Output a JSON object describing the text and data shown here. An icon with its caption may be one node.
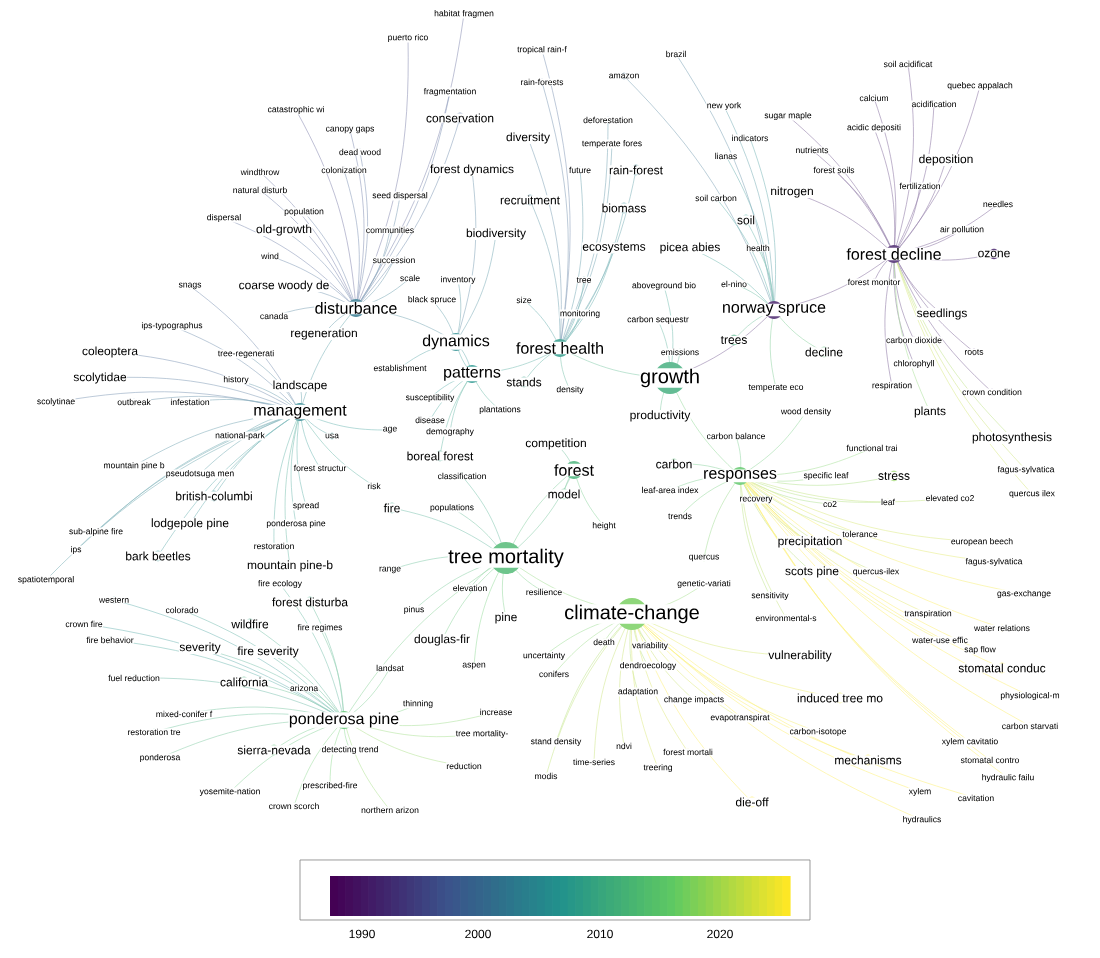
{
  "diagram": {
    "labels": [
      "habitat fragmen",
      "puerto rico",
      "tropical rain-f",
      "brazil",
      "soil acidificat",
      "amazon",
      "rain-forests",
      "quebec appalach",
      "fragmentation",
      "calcium",
      "acidification",
      "new york",
      "catastrophic wi",
      "sugar maple",
      "conservation",
      "deforestation",
      "acidic depositi",
      "canopy gaps",
      "indicators",
      "diversity",
      "temperate fores",
      "dead wood",
      "nutrients",
      "lianas",
      "deposition",
      "windthrow",
      "colonization",
      "forest dynamics",
      "future",
      "rain-forest",
      "forest soils",
      "fertilization",
      "natural disturb",
      "nitrogen",
      "seed dispersal",
      "soil carbon",
      "recruitment",
      "needles",
      "biomass",
      "population",
      "dispersal",
      "soil",
      "old-growth",
      "communities",
      "air pollution",
      "biodiversity",
      "ecosystems",
      "picea abies",
      "health",
      "forest decline",
      "ozone",
      "wind",
      "succession",
      "scale",
      "inventory",
      "tree",
      "el-nino",
      "aboveground bio",
      "forest monitor",
      "snags",
      "coarse woody de",
      "black spruce",
      "size",
      "disturbance",
      "norway spruce",
      "monitoring",
      "carbon sequestr",
      "canada",
      "seedlings",
      "ips-typographus",
      "regeneration",
      "carbon dioxide",
      "dynamics",
      "trees",
      "decline",
      "emissions",
      "forest health",
      "roots",
      "coleoptera",
      "tree-regenerati",
      "chlorophyll",
      "establishment",
      "patterns",
      "growth",
      "scolytidae",
      "history",
      "landscape",
      "stands",
      "respiration",
      "temperate eco",
      "density",
      "crown condition",
      "susceptibility",
      "scolytinae",
      "outbreak",
      "infestation",
      "management",
      "plantations",
      "wood density",
      "plants",
      "productivity",
      "disease",
      "age",
      "demography",
      "national-park",
      "usa",
      "carbon balance",
      "photosynthesis",
      "competition",
      "functional trai",
      "boreal forest",
      "carbon",
      "mountain pine b",
      "forest",
      "fagus-sylvatica",
      "pseudotsuga men",
      "forest structur",
      "classification",
      "responses",
      "specific leaf",
      "stress",
      "risk",
      "model",
      "leaf-area index",
      "elevated co2",
      "quercus ilex",
      "british-columbi",
      "recovery",
      "co2",
      "leaf",
      "spread",
      "fire",
      "populations",
      "trends",
      "lodgepole pine",
      "ponderosa pine",
      "height",
      "sub-alpine fire",
      "tolerance",
      "precipitation",
      "european beech",
      "restoration",
      "ips",
      "bark beetles",
      "tree mortality",
      "quercus",
      "mountain pine-b",
      "fagus-sylvatica",
      "range",
      "scots pine",
      "quercus-ilex",
      "spatiotemporal",
      "fire ecology",
      "genetic-variati",
      "elevation",
      "resilience",
      "sensitivity",
      "gas-exchange",
      "forest disturba",
      "western",
      "colorado",
      "pinus",
      "climate-change",
      "pine",
      "environmental-s",
      "transpiration",
      "crown fire",
      "wildfire",
      "fire regimes",
      "water relations",
      "fire behavior",
      "douglas-fir",
      "death",
      "variability",
      "water-use effic",
      "sap flow",
      "severity",
      "fire severity",
      "uncertainty",
      "vulnerability",
      "aspen",
      "dendroecology",
      "landsat",
      "stomatal conduc",
      "conifers",
      "fuel reduction",
      "california",
      "arizona",
      "adaptation",
      "induced tree mo",
      "physiological-m",
      "change impacts",
      "thinning",
      "increase",
      "mixed-conifer f",
      "evapotranspirat",
      "ponderosa pine",
      "carbon-isotope",
      "carbon starvati",
      "restoration tre",
      "tree mortality-",
      "stand density",
      "xylem cavitatio",
      "ndvi",
      "sierra-nevada",
      "detecting trend",
      "forest mortali",
      "ponderosa",
      "mechanisms",
      "stomatal contro",
      "time-series",
      "reduction",
      "treering",
      "modis",
      "hydraulic failu",
      "prescribed-fire",
      "xylem",
      "yosemite-nation",
      "cavitation",
      "die-off",
      "crown scorch",
      "northern arizon",
      "hydraulics",
      "1990",
      "2000",
      "2010",
      "2020"
    ]
  }
}
